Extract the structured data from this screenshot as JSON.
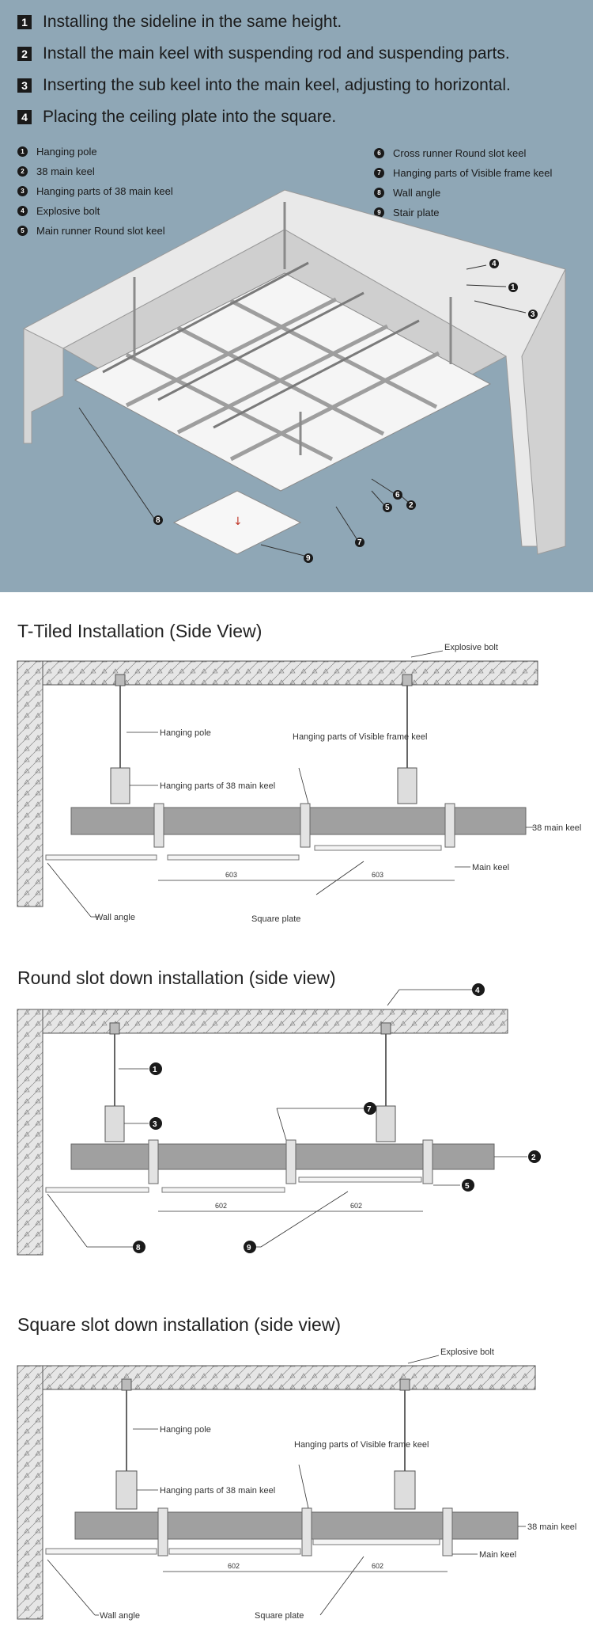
{
  "steps": [
    {
      "num": "1",
      "text": "Installing the sideline in the same height."
    },
    {
      "num": "2",
      "text": "Install the main keel with suspending rod and suspending parts."
    },
    {
      "num": "3",
      "text": "Inserting the sub keel into the main keel, adjusting to horizontal."
    },
    {
      "num": "4",
      "text": "Placing the ceiling plate into the square."
    }
  ],
  "legend_left": [
    {
      "num": "1",
      "text": "Hanging pole"
    },
    {
      "num": "2",
      "text": "38 main keel"
    },
    {
      "num": "3",
      "text": "Hanging parts of 38 main keel"
    },
    {
      "num": "4",
      "text": "Explosive bolt"
    },
    {
      "num": "5",
      "text": "Main runner Round slot keel"
    }
  ],
  "legend_right": [
    {
      "num": "6",
      "text": "Cross runner Round slot keel"
    },
    {
      "num": "7",
      "text": "Hanging parts of Visible frame keel"
    },
    {
      "num": "8",
      "text": "Wall angle"
    },
    {
      "num": "9",
      "text": "Stair plate"
    }
  ],
  "iso_callouts": [
    "4",
    "1",
    "3",
    "6",
    "5",
    "2",
    "7",
    "8",
    "9"
  ],
  "diagram1": {
    "title": "T-Tiled Installation (Side View)",
    "explosive_bolt": "Explosive bolt",
    "hanging_pole": "Hanging pole",
    "hanging_parts_38": "Hanging parts of 38 main keel",
    "hanging_parts_visible": "Hanging parts of Visible frame keel",
    "main_keel_38": "38 main keel",
    "main_keel": "Main keel",
    "wall_angle": "Wall angle",
    "square_plate": "Square plate",
    "dim_left": "603",
    "dim_right": "603"
  },
  "diagram2": {
    "title": "Round slot down installation (side view)",
    "callouts": [
      "4",
      "1",
      "7",
      "3",
      "2",
      "5",
      "8",
      "9"
    ],
    "dim_left": "602",
    "dim_right": "602"
  },
  "diagram3": {
    "title": "Square slot down installation (side view)",
    "explosive_bolt": "Explosive bolt",
    "hanging_pole": "Hanging pole",
    "hanging_parts_38": "Hanging parts of 38 main keel",
    "hanging_parts_visible": "Hanging parts of Visible frame keel",
    "main_keel_38": "38 main keel",
    "main_keel": "Main keel",
    "wall_angle": "Wall angle",
    "square_plate": "Square plate",
    "dim_left": "602",
    "dim_right": "602"
  }
}
